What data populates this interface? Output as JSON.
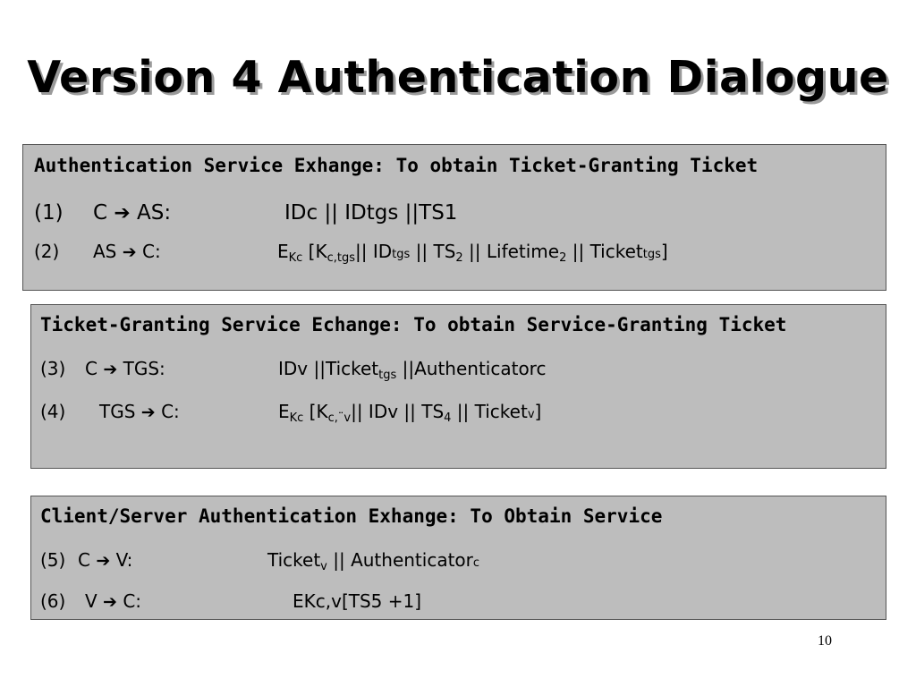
{
  "title": "Version 4 Authentication Dialogue",
  "page_number": "10",
  "sections": [
    {
      "heading": "Authentication Service Exhange: To obtain Ticket-Granting Ticket",
      "steps": [
        {
          "num": "(1)",
          "from": "C",
          "to": "AS:",
          "msg": {
            "text": "IDc || IDtgs ||TS1"
          }
        },
        {
          "num": "(2)",
          "from": "AS",
          "to": "C:",
          "msg": {
            "e": "E",
            "e_sub": "Kc",
            "k_open": " [K",
            "k_sub": "c,tgs",
            "id": "|| ID",
            "id_small": "tgs",
            "ts": " || TS",
            "ts_sub": "2",
            "lifetime": " || Lifetime",
            "lifetime_sub": "2",
            "ticket": " || Ticket",
            "ticket_small": "tgs",
            "close": "]"
          }
        }
      ]
    },
    {
      "heading": "Ticket-Granting Service Echange: To obtain Service-Granting Ticket",
      "steps": [
        {
          "num": "(3)",
          "from": "C",
          "to": "TGS:",
          "msg": {
            "a": "IDv ||Ticket",
            "a_sub": "tgs",
            "b": " ||Authenticatorc"
          }
        },
        {
          "num": "(4)",
          "from": "TGS",
          "to": "C:",
          "msg": {
            "e": "E",
            "e_sub": "Kc",
            "k_open": " [K",
            "k_sub": "c,¨v",
            "rest": "|| IDv || TS",
            "ts_sub": "4",
            "ticket": " || Ticket",
            "ticket_small": "v",
            "close": "]"
          }
        }
      ]
    },
    {
      "heading": "Client/Server Authentication Exhange: To Obtain Service",
      "steps": [
        {
          "num": "(5)",
          "from": "C",
          "to": "V:",
          "msg": {
            "a": "Ticket",
            "a_sub": "v",
            "b": " || Authenticator",
            "b_small": "c"
          }
        },
        {
          "num": "(6)",
          "from": "V",
          "to": "C:",
          "msg": {
            "text": "EKc,v[TS5 +1]"
          }
        }
      ]
    }
  ],
  "colors": {
    "box_fill": "#bdbdbd",
    "box_border": "#555555",
    "title_shadow": "#9a9a9a"
  },
  "icons": {
    "arrow": "right-arrow-icon"
  }
}
